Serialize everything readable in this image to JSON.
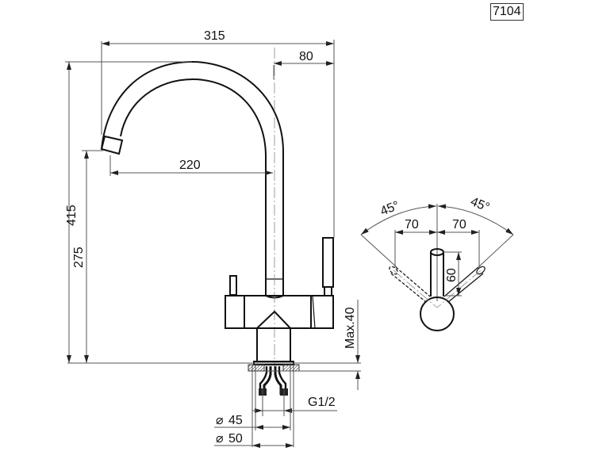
{
  "drawing": {
    "model_number": "7104",
    "subject": "kitchen faucet technical drawing",
    "units": "mm",
    "side_view": {
      "dimensions": {
        "overall_reach": "315",
        "body_to_spout_outer": "80",
        "spout_reach_inner": "220",
        "overall_height": "415",
        "spout_outlet_height": "275",
        "max_countertop_thickness": "Max.40",
        "connection_thread": "G1/2",
        "base_diameter_inner": "45",
        "base_diameter_outer": "50",
        "diameter_symbol": "⌀"
      }
    },
    "top_view": {
      "dimensions": {
        "left_angle": "45°",
        "right_angle": "45°",
        "left_offset": "70",
        "right_offset": "70",
        "handle_length": "60"
      }
    },
    "colors": {
      "line": "#111111",
      "dimension_line": "#555555",
      "background": "#ffffff"
    }
  }
}
